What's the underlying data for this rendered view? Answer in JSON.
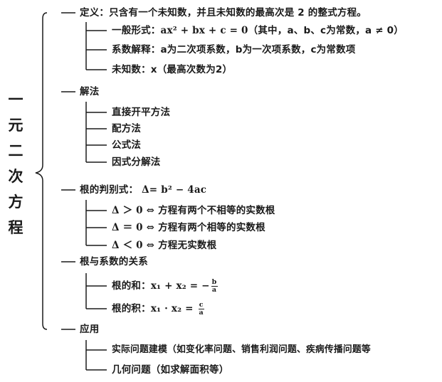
{
  "title_chars": [
    "一",
    "元",
    "二",
    "次",
    "方",
    "程"
  ],
  "definition": {
    "label": "定义：只含有一个未知数，并且未知数的最高次是 2 的整式方程。",
    "general_form": {
      "label": "一般形式：",
      "formula": "ax² + bx + c = 0",
      "note": "（其中，a、b、c为常数，a ≠ 0）"
    },
    "coefficients": "系数解释：a为二次项系数，b为一次项系数，c为常数项",
    "unknown": "未知数：x（最高次数为2）"
  },
  "methods": {
    "label": "解法",
    "items": [
      "直接开平方法",
      "配方法",
      "公式法",
      "因式分解法"
    ]
  },
  "discriminant": {
    "label": "根的判别式：",
    "formula": "Δ= b² − 4ac",
    "cases": [
      {
        "condition": "Δ ＞ 0 ⇔ ",
        "result": "方程有两个不相等的实数根"
      },
      {
        "condition": "Δ ＝ 0 ⇔ ",
        "result": "方程有两个相等的实数根"
      },
      {
        "condition": "Δ ＜ 0 ⇔ ",
        "result": "方程无实数根"
      }
    ]
  },
  "vieta": {
    "label": "根与系数的关系",
    "sum": {
      "label": "根的和：",
      "lhs": "x₁ + x₂ = −",
      "num": "b",
      "den": "a"
    },
    "product": {
      "label": "根的积：",
      "lhs": "x₁ · x₂ = ",
      "num": "c",
      "den": "a"
    }
  },
  "application": {
    "label": "应用",
    "items": [
      "实际问题建模（如变化率问题、销售利润问题、疾病传播问题等",
      "几何问题（如求解面积等）"
    ]
  }
}
